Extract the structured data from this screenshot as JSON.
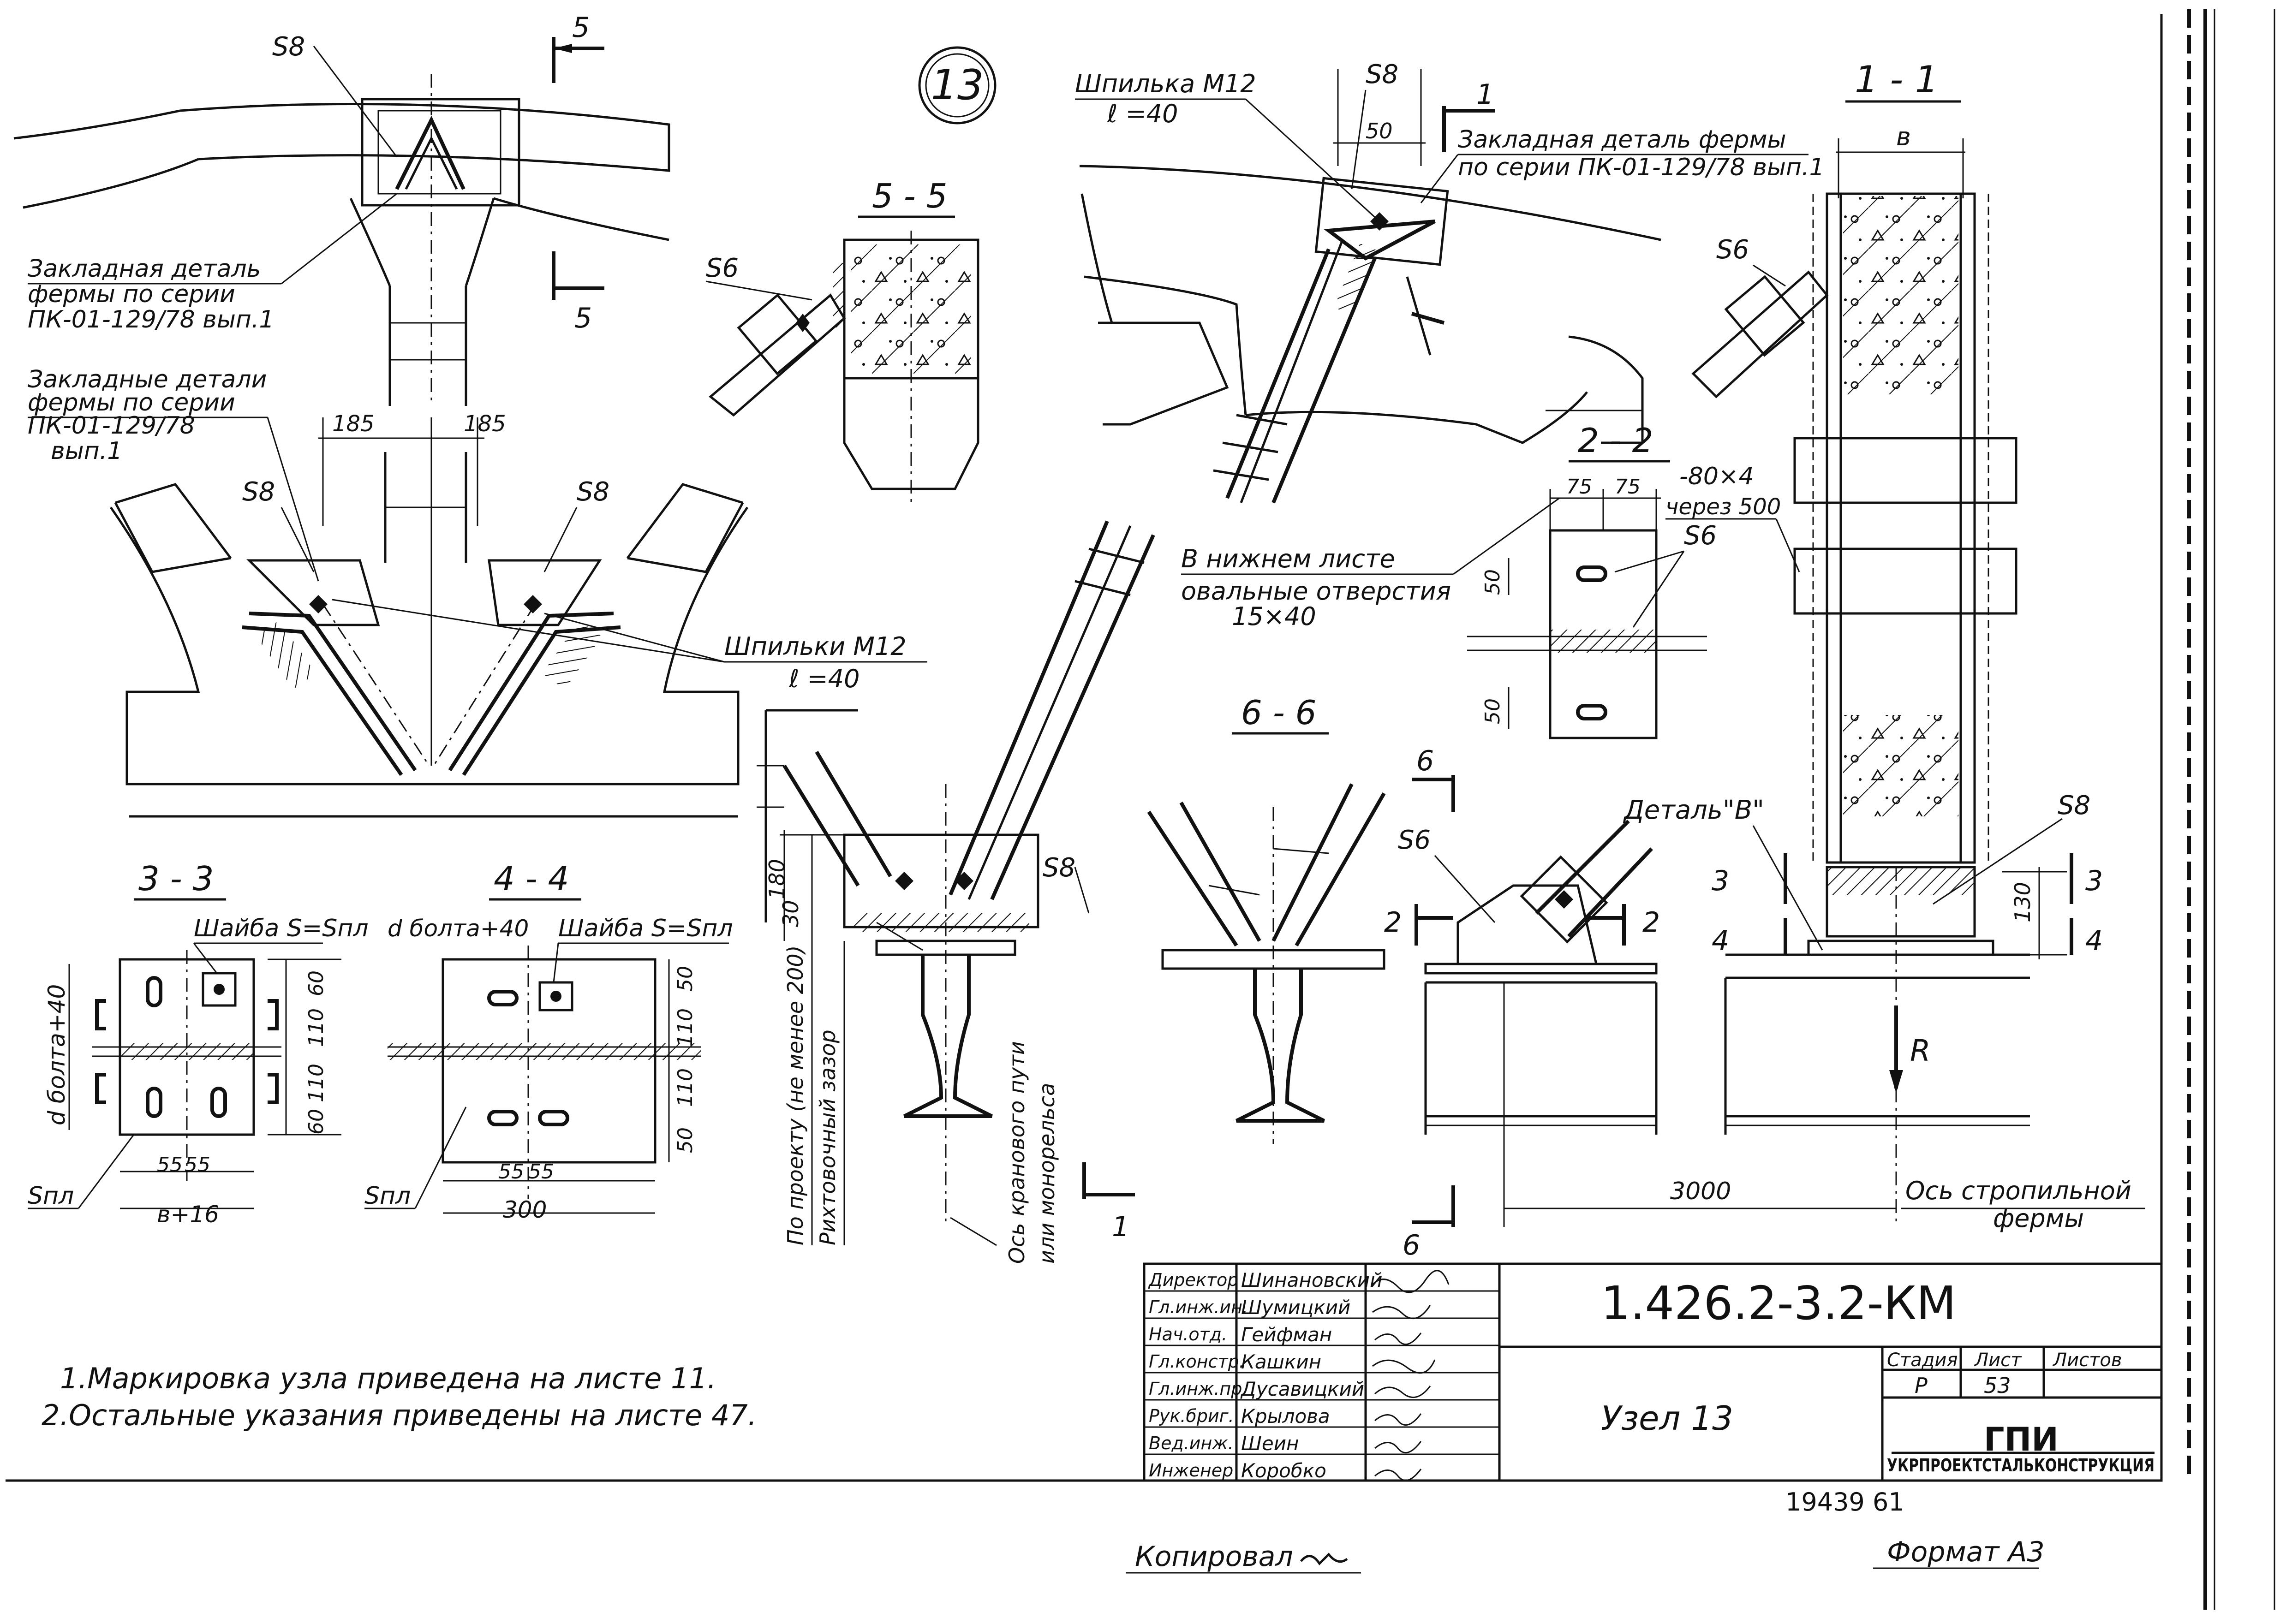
{
  "node_badge": "13",
  "section_marks": {
    "s55": "5 - 5",
    "s66": "6 - 6",
    "s22": "2 - 2",
    "s11": "1 - 1",
    "s33": "3 - 3",
    "s44": "4 - 4",
    "n5": "5",
    "n1": "1",
    "n6": "6",
    "n2": "2",
    "n3": "3",
    "n4": "4"
  },
  "labels": {
    "s8": "S8",
    "s6": "S6",
    "embedded_top": [
      "Закладная деталь",
      "фермы по серии",
      "ПК-01-129/78 вып.1"
    ],
    "embedded_left": [
      "Закладные детали",
      "фермы по серии",
      "ПК-01-129/78",
      "вып.1"
    ],
    "embedded_truss": [
      "Закладная деталь фермы",
      "по серии ПК-01-129/78 вып.1"
    ],
    "stud": "Шпилька М12",
    "stud_len": "ℓ =40",
    "studs": "Шпильки М12",
    "studs_len": "ℓ =40",
    "oval": [
      "В нижнем листе",
      "овальные отверстия",
      "15×40"
    ],
    "strip": "-80×4",
    "strip_step": "через 500",
    "washer": "Шайба S=Sпл",
    "d_bolt40": "d болта+40",
    "d_bolt40_h": "d болта+40",
    "s_pl": "Sпл",
    "b16": "в+16",
    "b": "в",
    "detail_v": "Деталь\"В\"",
    "r": "R",
    "truss_axis": [
      "Ось стропильной",
      "фермы"
    ],
    "crane_axis": [
      "Ось кранового пути",
      "или монорельса"
    ],
    "design": "По проекту (не менее 200)",
    "gap": "Рихтовочный зазор"
  },
  "dims": {
    "d185a": "185",
    "d185b": "185",
    "d50": "50",
    "d75a": "75",
    "d75b": "75",
    "d50b": "50",
    "d50c": "50",
    "d180": "180",
    "d30": "30",
    "d130": "130",
    "d3000": "3000",
    "d300": "300",
    "d55a": "55",
    "d55b": "55",
    "d55c": "55",
    "d55d": "55",
    "d60a": "60",
    "d110a": "110",
    "d110b": "110",
    "d60b": "60",
    "d50d": "50",
    "d110c": "110",
    "d110d": "110",
    "d50e": "50"
  },
  "notes": [
    "1.Маркировка узла приведена на листе 11.",
    "2.Остальные указания приведены на листе 47."
  ],
  "title_block": {
    "roles": [
      "Директор",
      "Гл.инж.ин.",
      "Нач.отд.",
      "Гл.констр.",
      "Гл.инж.пр.",
      "Рук.бриг.",
      "Вед.инж.",
      "Инженер"
    ],
    "names": [
      "Шинановский",
      "Шумицкий",
      "Гейфман",
      "Кашкин",
      "Дусавицкий",
      "Крылова",
      "Шеин",
      "Коробко"
    ],
    "code": "1.426.2-3.2-КМ",
    "title": "Узел 13",
    "stage_h": "Стадия",
    "sheet_h": "Лист",
    "sheets_h": "Листов",
    "stage": "Р",
    "sheet": "53",
    "sheets": "",
    "org_short": "ГПИ",
    "org": "УКРПРОЕКТСТАЛЬКОНСТРУКЦИЯ"
  },
  "archive": "19439   61",
  "copied": "Копировал",
  "format": "Формат А3"
}
